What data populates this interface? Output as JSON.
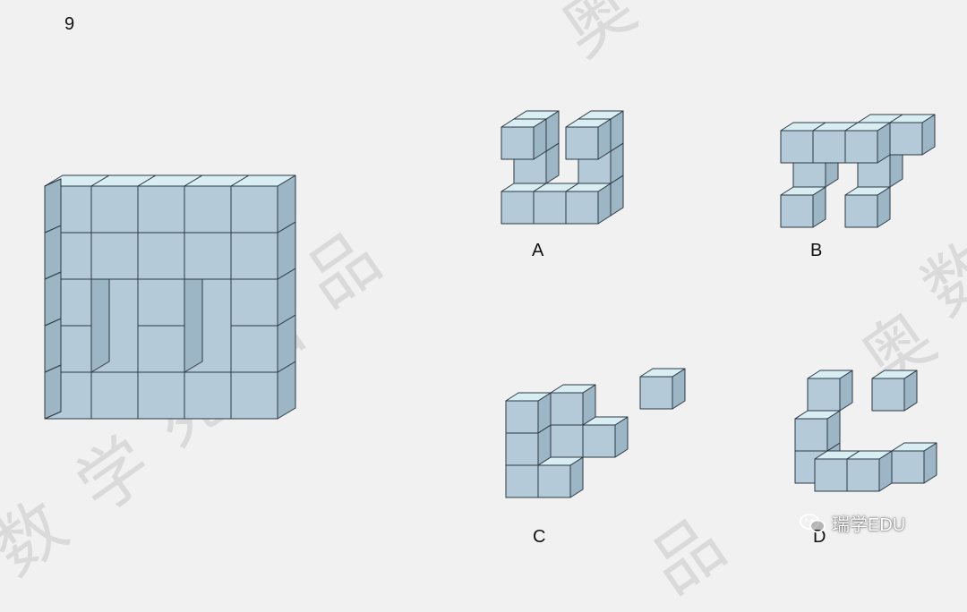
{
  "question": {
    "number": "9"
  },
  "options": [
    {
      "label": "A"
    },
    {
      "label": "B"
    },
    {
      "label": "C"
    },
    {
      "label": "D"
    }
  ],
  "watermark": {
    "text": "瑞学EDU",
    "icon": "wechat-icon"
  },
  "background_watermark": {
    "chars": [
      "数",
      "学",
      "苑",
      "出",
      "品",
      "奥",
      "数",
      "品"
    ]
  },
  "colors": {
    "cube_front": "#b4cad9",
    "cube_top": "#d9eef3",
    "cube_side": "#9db6c6",
    "edge": "#2d3a44",
    "background": "#f1f1f1"
  }
}
